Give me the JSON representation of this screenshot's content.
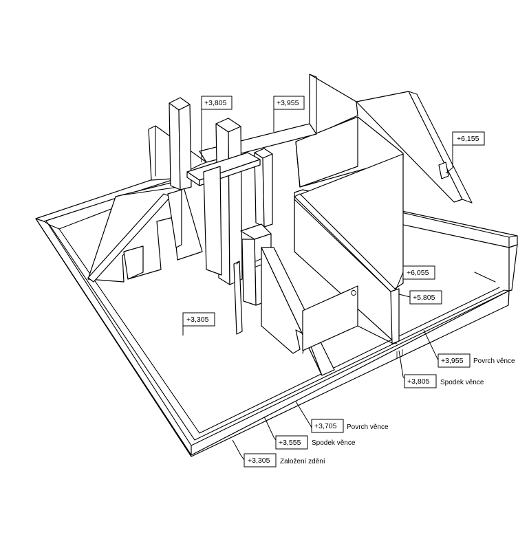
{
  "labels": {
    "floor_top_left": "+3,805",
    "floor_top_mid": "+3,955",
    "roof_right": "+6,155",
    "wall_top_upper": "+6,055",
    "wall_top_lower": "+5,805",
    "room_floor": "+3,305",
    "right_beam_top": "+3,955",
    "right_beam_top_desc": "Povrch věnce",
    "right_beam_bottom": "+3,805",
    "right_beam_bottom_desc": "Spodek věnce",
    "front_beam_top": "+3,705",
    "front_beam_top_desc": "Povrch věnce",
    "front_beam_bottom": "+3,555",
    "front_beam_bottom_desc": "Spodek věnce",
    "base": "+3,305",
    "base_desc": "Založení zdění"
  }
}
